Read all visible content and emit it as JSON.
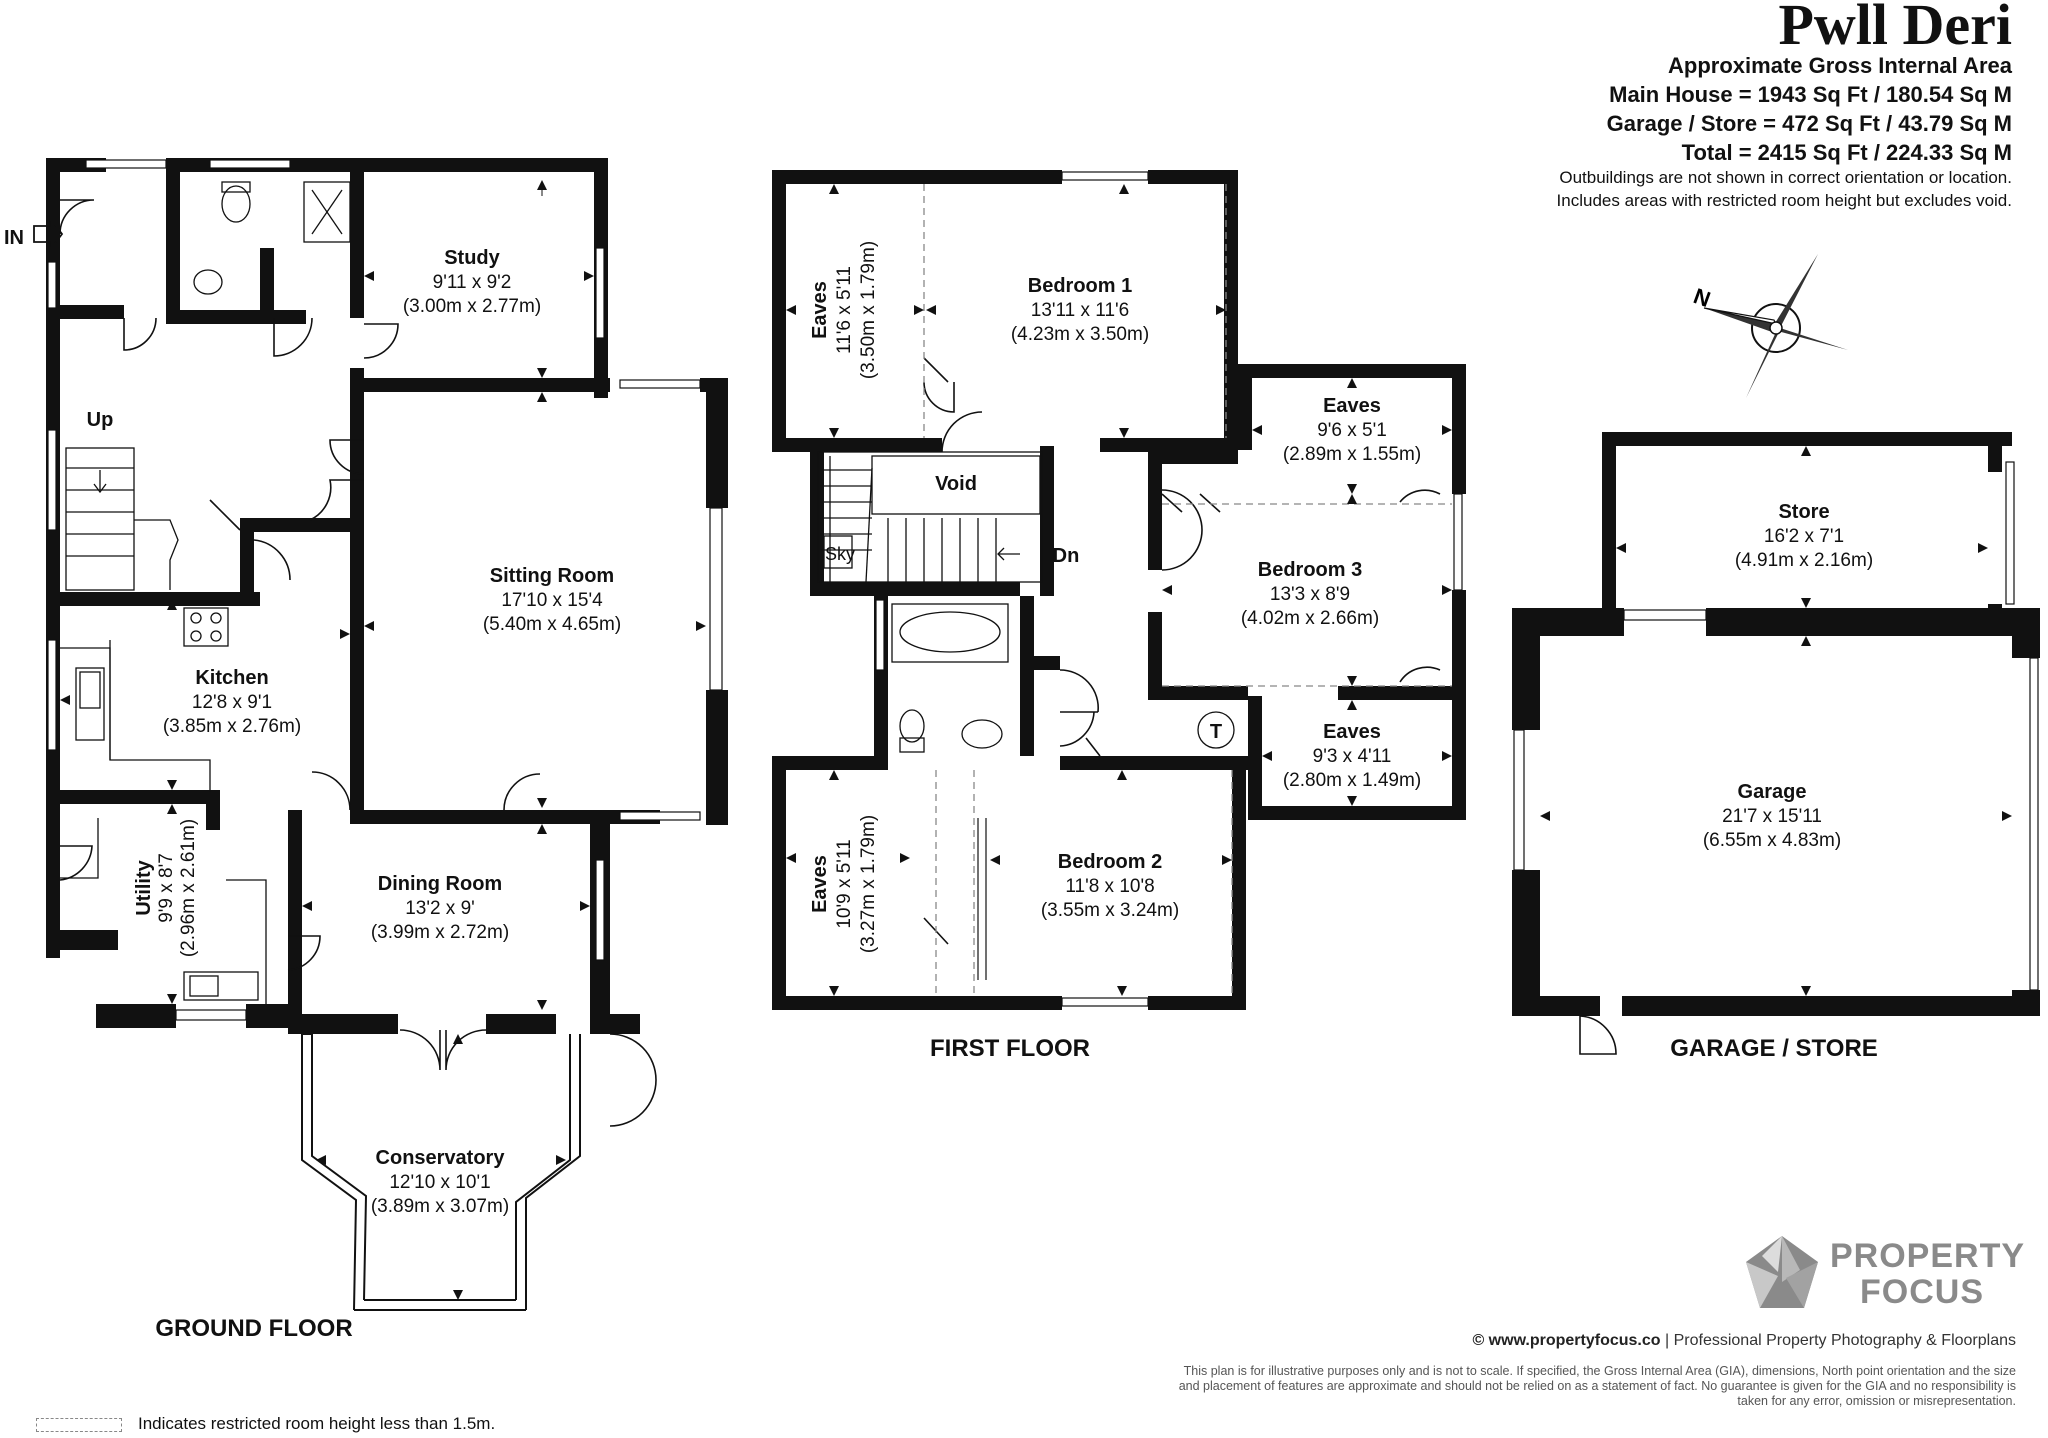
{
  "header": {
    "title": "Pwll Deri",
    "subtitle": "Approximate Gross Internal Area",
    "main_house": "Main House = 1943 Sq Ft / 180.54 Sq M",
    "garage_store": "Garage / Store = 472 Sq Ft / 43.79 Sq M",
    "total": "Total = 2415 Sq Ft / 224.33 Sq M",
    "note_1": "Outbuildings are not shown in correct orientation or location.",
    "note_2": "Includes areas with restricted room height but excludes void."
  },
  "entrance_label": "IN",
  "compass_label": "N",
  "floors": {
    "ground": "GROUND FLOOR",
    "first": "FIRST FLOOR",
    "garage": "GARAGE / STORE"
  },
  "rooms": {
    "study": {
      "name": "Study",
      "imperial": "9'11 x 9'2",
      "metric": "(3.00m x 2.77m)"
    },
    "sitting": {
      "name": "Sitting Room",
      "imperial": "17'10 x 15'4",
      "metric": "(5.40m x 4.65m)"
    },
    "kitchen": {
      "name": "Kitchen",
      "imperial": "12'8 x 9'1",
      "metric": "(3.85m x 2.76m)"
    },
    "utility": {
      "name": "Utility",
      "imperial": "9'9 x 8'7",
      "metric": "(2.96m x 2.61m)"
    },
    "dining": {
      "name": "Dining Room",
      "imperial": "13'2 x 9'",
      "metric": "(3.99m x 2.72m)"
    },
    "conservatory": {
      "name": "Conservatory",
      "imperial": "12'10 x 10'1",
      "metric": "(3.89m x 3.07m)"
    },
    "eaves1": {
      "name": "Eaves",
      "imperial": "11'6 x 5'11",
      "metric": "(3.50m x 1.79m)"
    },
    "bedroom1": {
      "name": "Bedroom 1",
      "imperial": "13'11 x 11'6",
      "metric": "(4.23m x 3.50m)"
    },
    "eaves2": {
      "name": "Eaves",
      "imperial": "9'6 x 5'1",
      "metric": "(2.89m x 1.55m)"
    },
    "bedroom3": {
      "name": "Bedroom 3",
      "imperial": "13'3 x 8'9",
      "metric": "(4.02m x 2.66m)"
    },
    "eaves3": {
      "name": "Eaves",
      "imperial": "9'3 x 4'11",
      "metric": "(2.80m x 1.49m)"
    },
    "bedroom2": {
      "name": "Bedroom 2",
      "imperial": "11'8 x 10'8",
      "metric": "(3.55m x 3.24m)"
    },
    "eaves4": {
      "name": "Eaves",
      "imperial": "10'9 x 5'11",
      "metric": "(3.27m x 1.79m)"
    },
    "store": {
      "name": "Store",
      "imperial": "16'2 x 7'1",
      "metric": "(4.91m x 2.16m)"
    },
    "garage": {
      "name": "Garage",
      "imperial": "21'7 x 15'11",
      "metric": "(6.55m x 4.83m)"
    }
  },
  "labels": {
    "up": "Up",
    "dn": "Dn",
    "void": "Void",
    "sky": "Sky",
    "tank": "T"
  },
  "branding": {
    "logo_line1": "PROPERTY",
    "logo_line2": "FOCUS",
    "credit_site": "© www.propertyfocus.co",
    "credit_rest": " | Professional Property Photography & Floorplans",
    "logo_color": "#8a8a8a"
  },
  "disclaimer": "This plan is for illustrative purposes only and is not to scale. If specified, the Gross Internal Area (GIA), dimensions, North point orientation and the size and placement of features are approximate and should not be relied on as a statement of fact. No guarantee is given for the GIA and no responsibility is taken for any error, omission or misrepresentation.",
  "legend": "Indicates restricted room height less than 1.5m."
}
